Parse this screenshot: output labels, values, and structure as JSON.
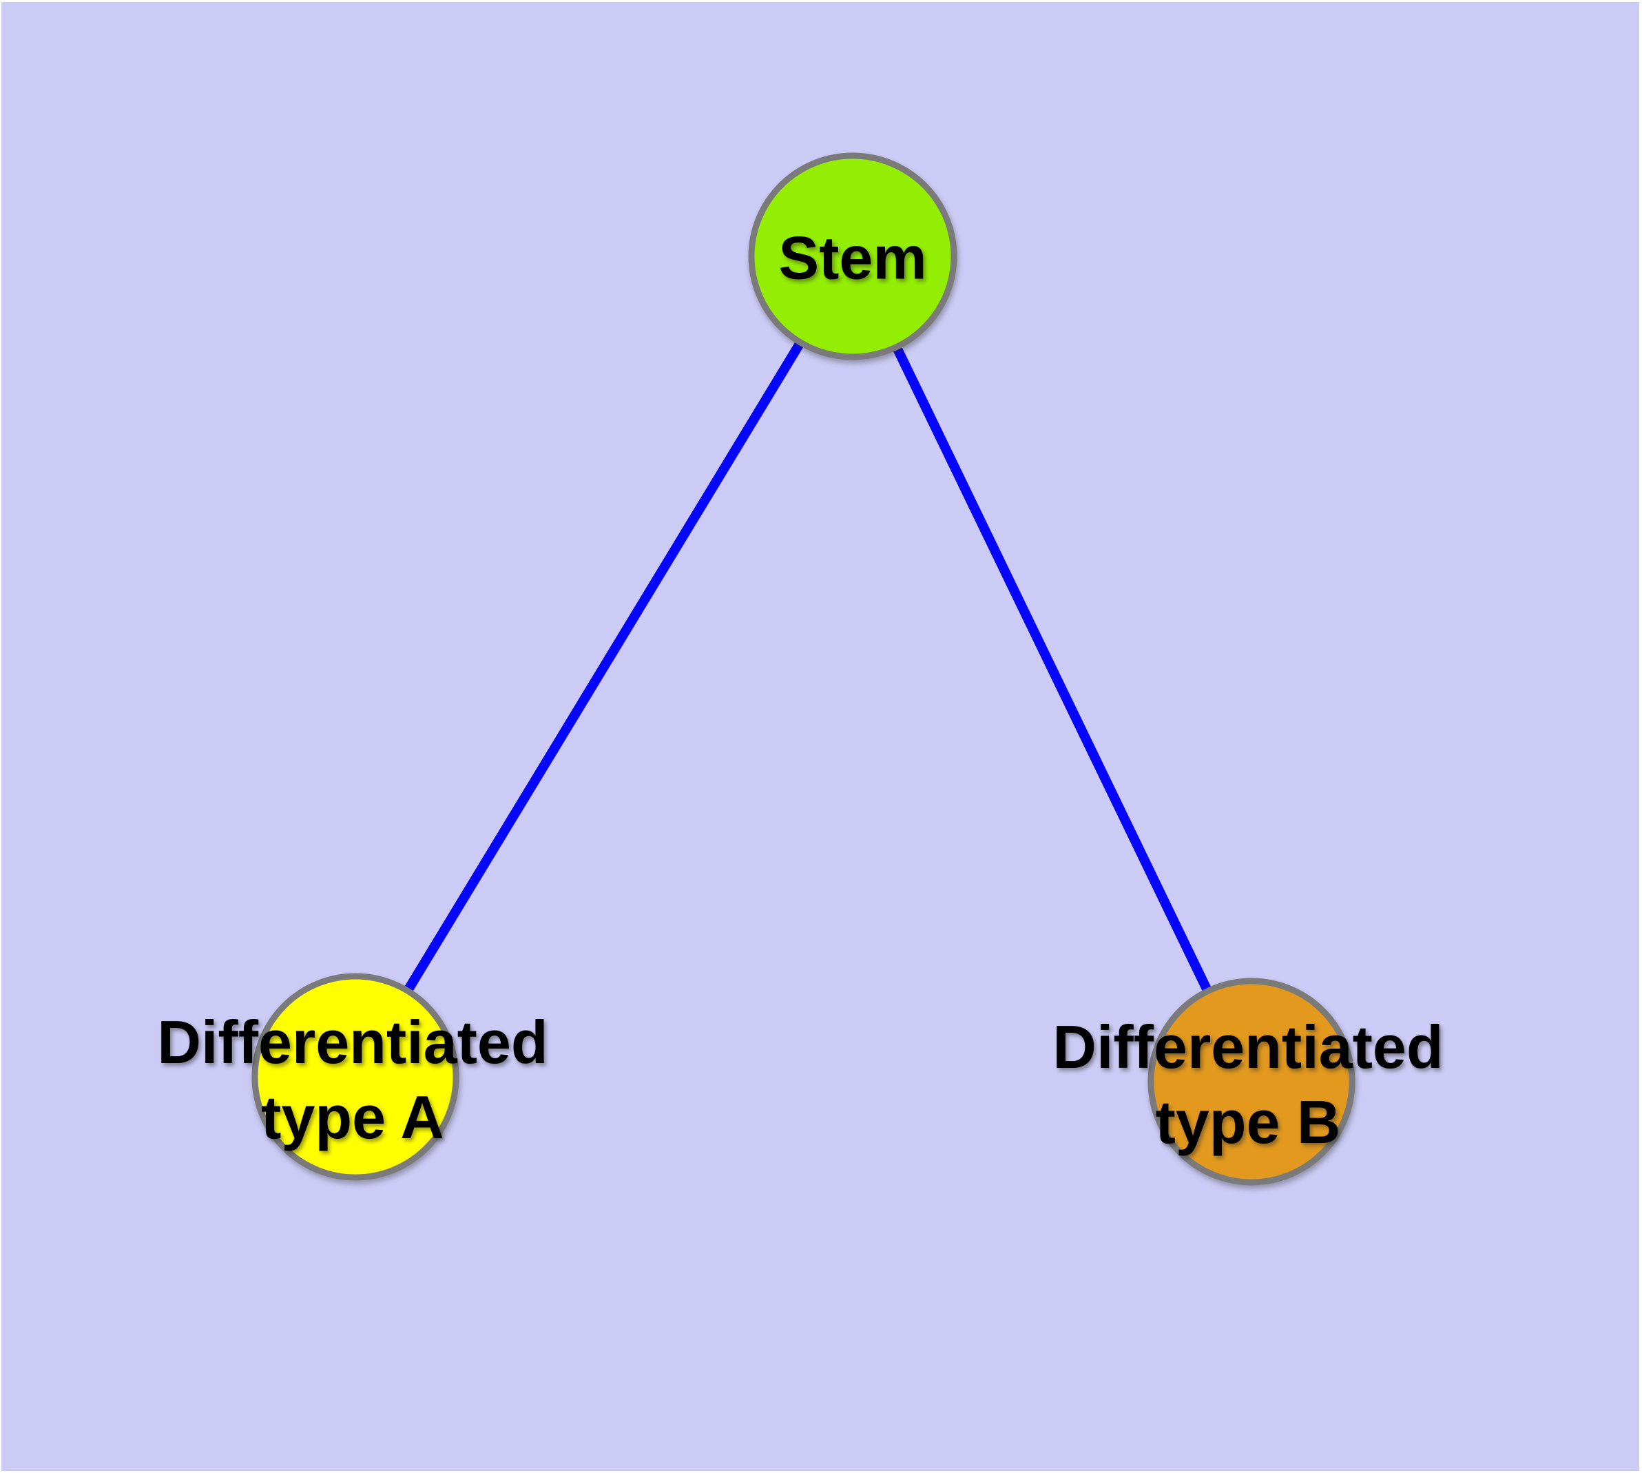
{
  "canvas": {
    "background": "#cbcbf5",
    "margin_color": "#ffffff"
  },
  "styles": {
    "edge_color": "#0505fa",
    "node_border_color": "#7a7a7a",
    "label_color": "#000000"
  },
  "nodes": [
    {
      "id": "stem",
      "label": "Stem",
      "fill": "#94ee04"
    },
    {
      "id": "diff_a",
      "label_line1": "Differentiated",
      "label_line2": "type A",
      "fill": "#ffff00"
    },
    {
      "id": "diff_b",
      "label_line1": "Differentiated",
      "label_line2": "type B",
      "fill": "#e2991e"
    }
  ],
  "edges": [
    {
      "from": "stem",
      "to": "diff_a"
    },
    {
      "from": "stem",
      "to": "diff_b"
    }
  ]
}
